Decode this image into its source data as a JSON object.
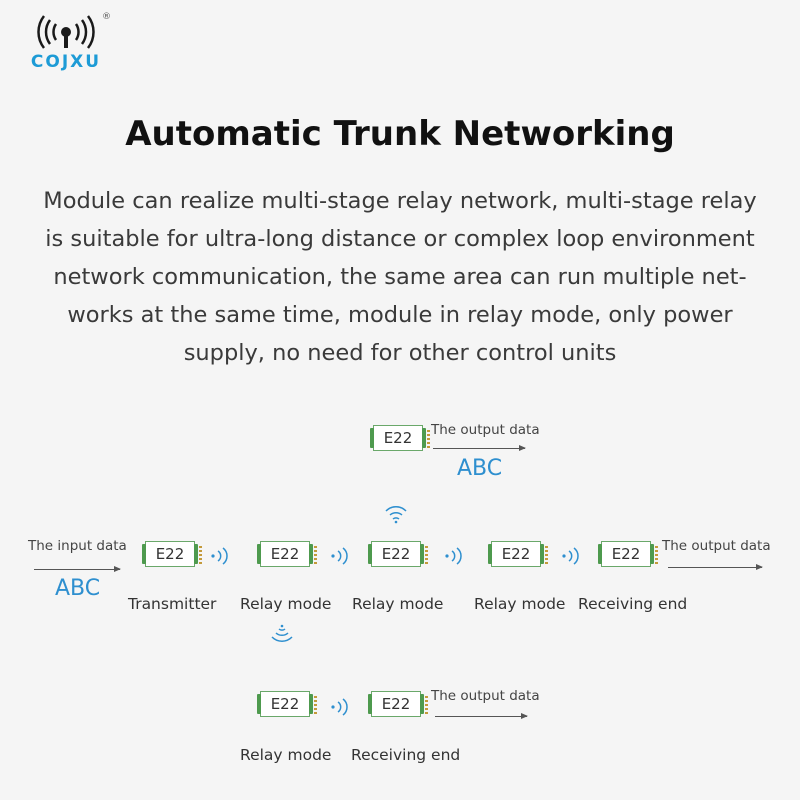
{
  "brand": {
    "name": "COJXU",
    "reg_mark": "®"
  },
  "header": {
    "title": "Automatic Trunk Networking",
    "description_lines": [
      "Module can realize multi-stage relay network, multi-stage relay",
      "is suitable for ultra-long distance or complex loop environment",
      "network communication, the same area can run multiple net-",
      "works at the same time, module in relay mode, only power",
      "supply, no need for other control units"
    ]
  },
  "diagram": {
    "module_label": "E22",
    "input_label": "The input data",
    "output_label": "The output data",
    "data_value": "ABC",
    "captions": {
      "transmitter": "Transmitter",
      "relay": "Relay mode",
      "receiving": "Receiving end"
    }
  },
  "colors": {
    "accent": "#1d9bd6",
    "module_border": "#6aa86a",
    "pcb": "#4e9a4e"
  }
}
